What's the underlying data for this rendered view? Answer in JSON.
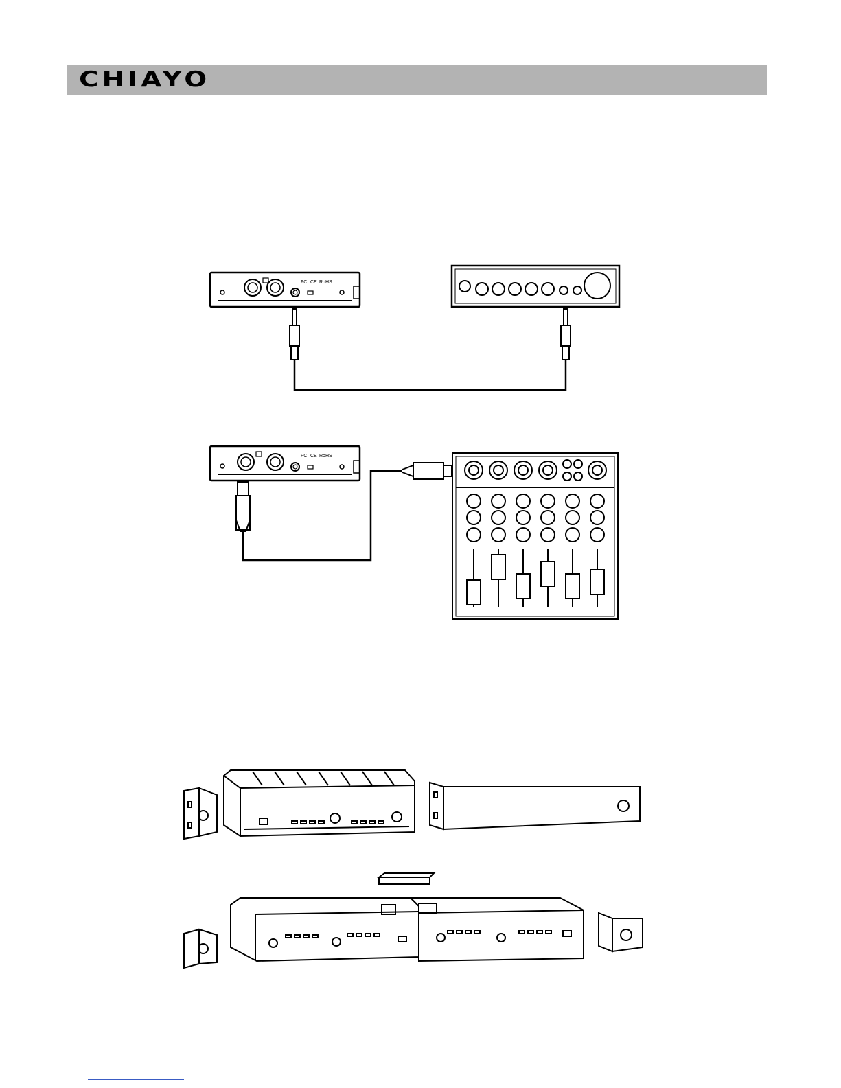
{
  "brand": {
    "logo_text": "CHIAYO",
    "header_color": "#b3b3b3"
  },
  "receiver_panel": {
    "compliance_marks": [
      "FC",
      "CE",
      "RoHS"
    ]
  },
  "figures": [
    {
      "id": "jack-to-amplifier",
      "icon": "receiver-to-amplifier-diagram"
    },
    {
      "id": "xlr-to-mixer",
      "icon": "receiver-to-mixer-diagram"
    },
    {
      "id": "single-rack-mount",
      "icon": "single-rack-mount-diagram"
    },
    {
      "id": "dual-rack-mount",
      "icon": "dual-rack-mount-diagram"
    }
  ],
  "colors": {
    "line": "#000000",
    "paper": "#ffffff",
    "footer_link": "#3a5cc4"
  }
}
